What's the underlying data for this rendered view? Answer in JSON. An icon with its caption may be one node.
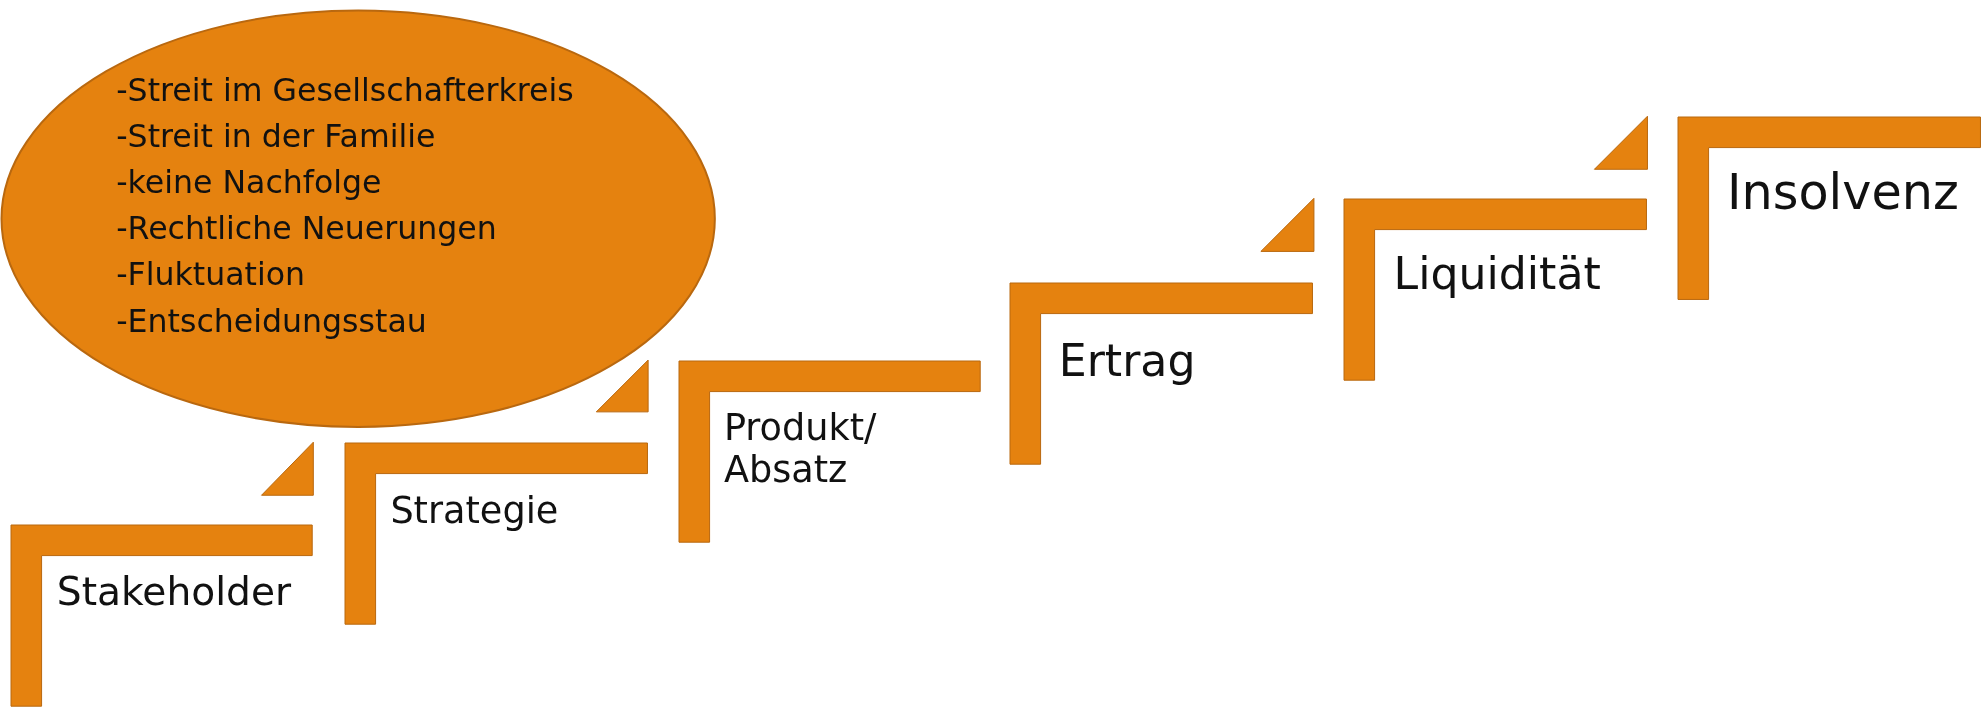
{
  "diagram": {
    "nodes": [
      {
        "text": [
          "-Streit im Gesellschafterkreis",
          "-Streit in der Familie",
          "-keine Nachfolge",
          "-Rechtliche Neuerungen",
          "-Fluktuation",
          "-Entscheidungsstau"
        ]
      },
      {
        "text": [
          "Stakeholder"
        ]
      },
      {
        "text": [
          "Strategie"
        ]
      },
      {
        "text": [
          "Produkt/ Absatz"
        ]
      },
      {
        "text": [
          "Ertrag"
        ]
      },
      {
        "text": [
          "Liquidität"
        ]
      },
      {
        "text": [
          "Insolvenz"
        ]
      }
    ]
  }
}
